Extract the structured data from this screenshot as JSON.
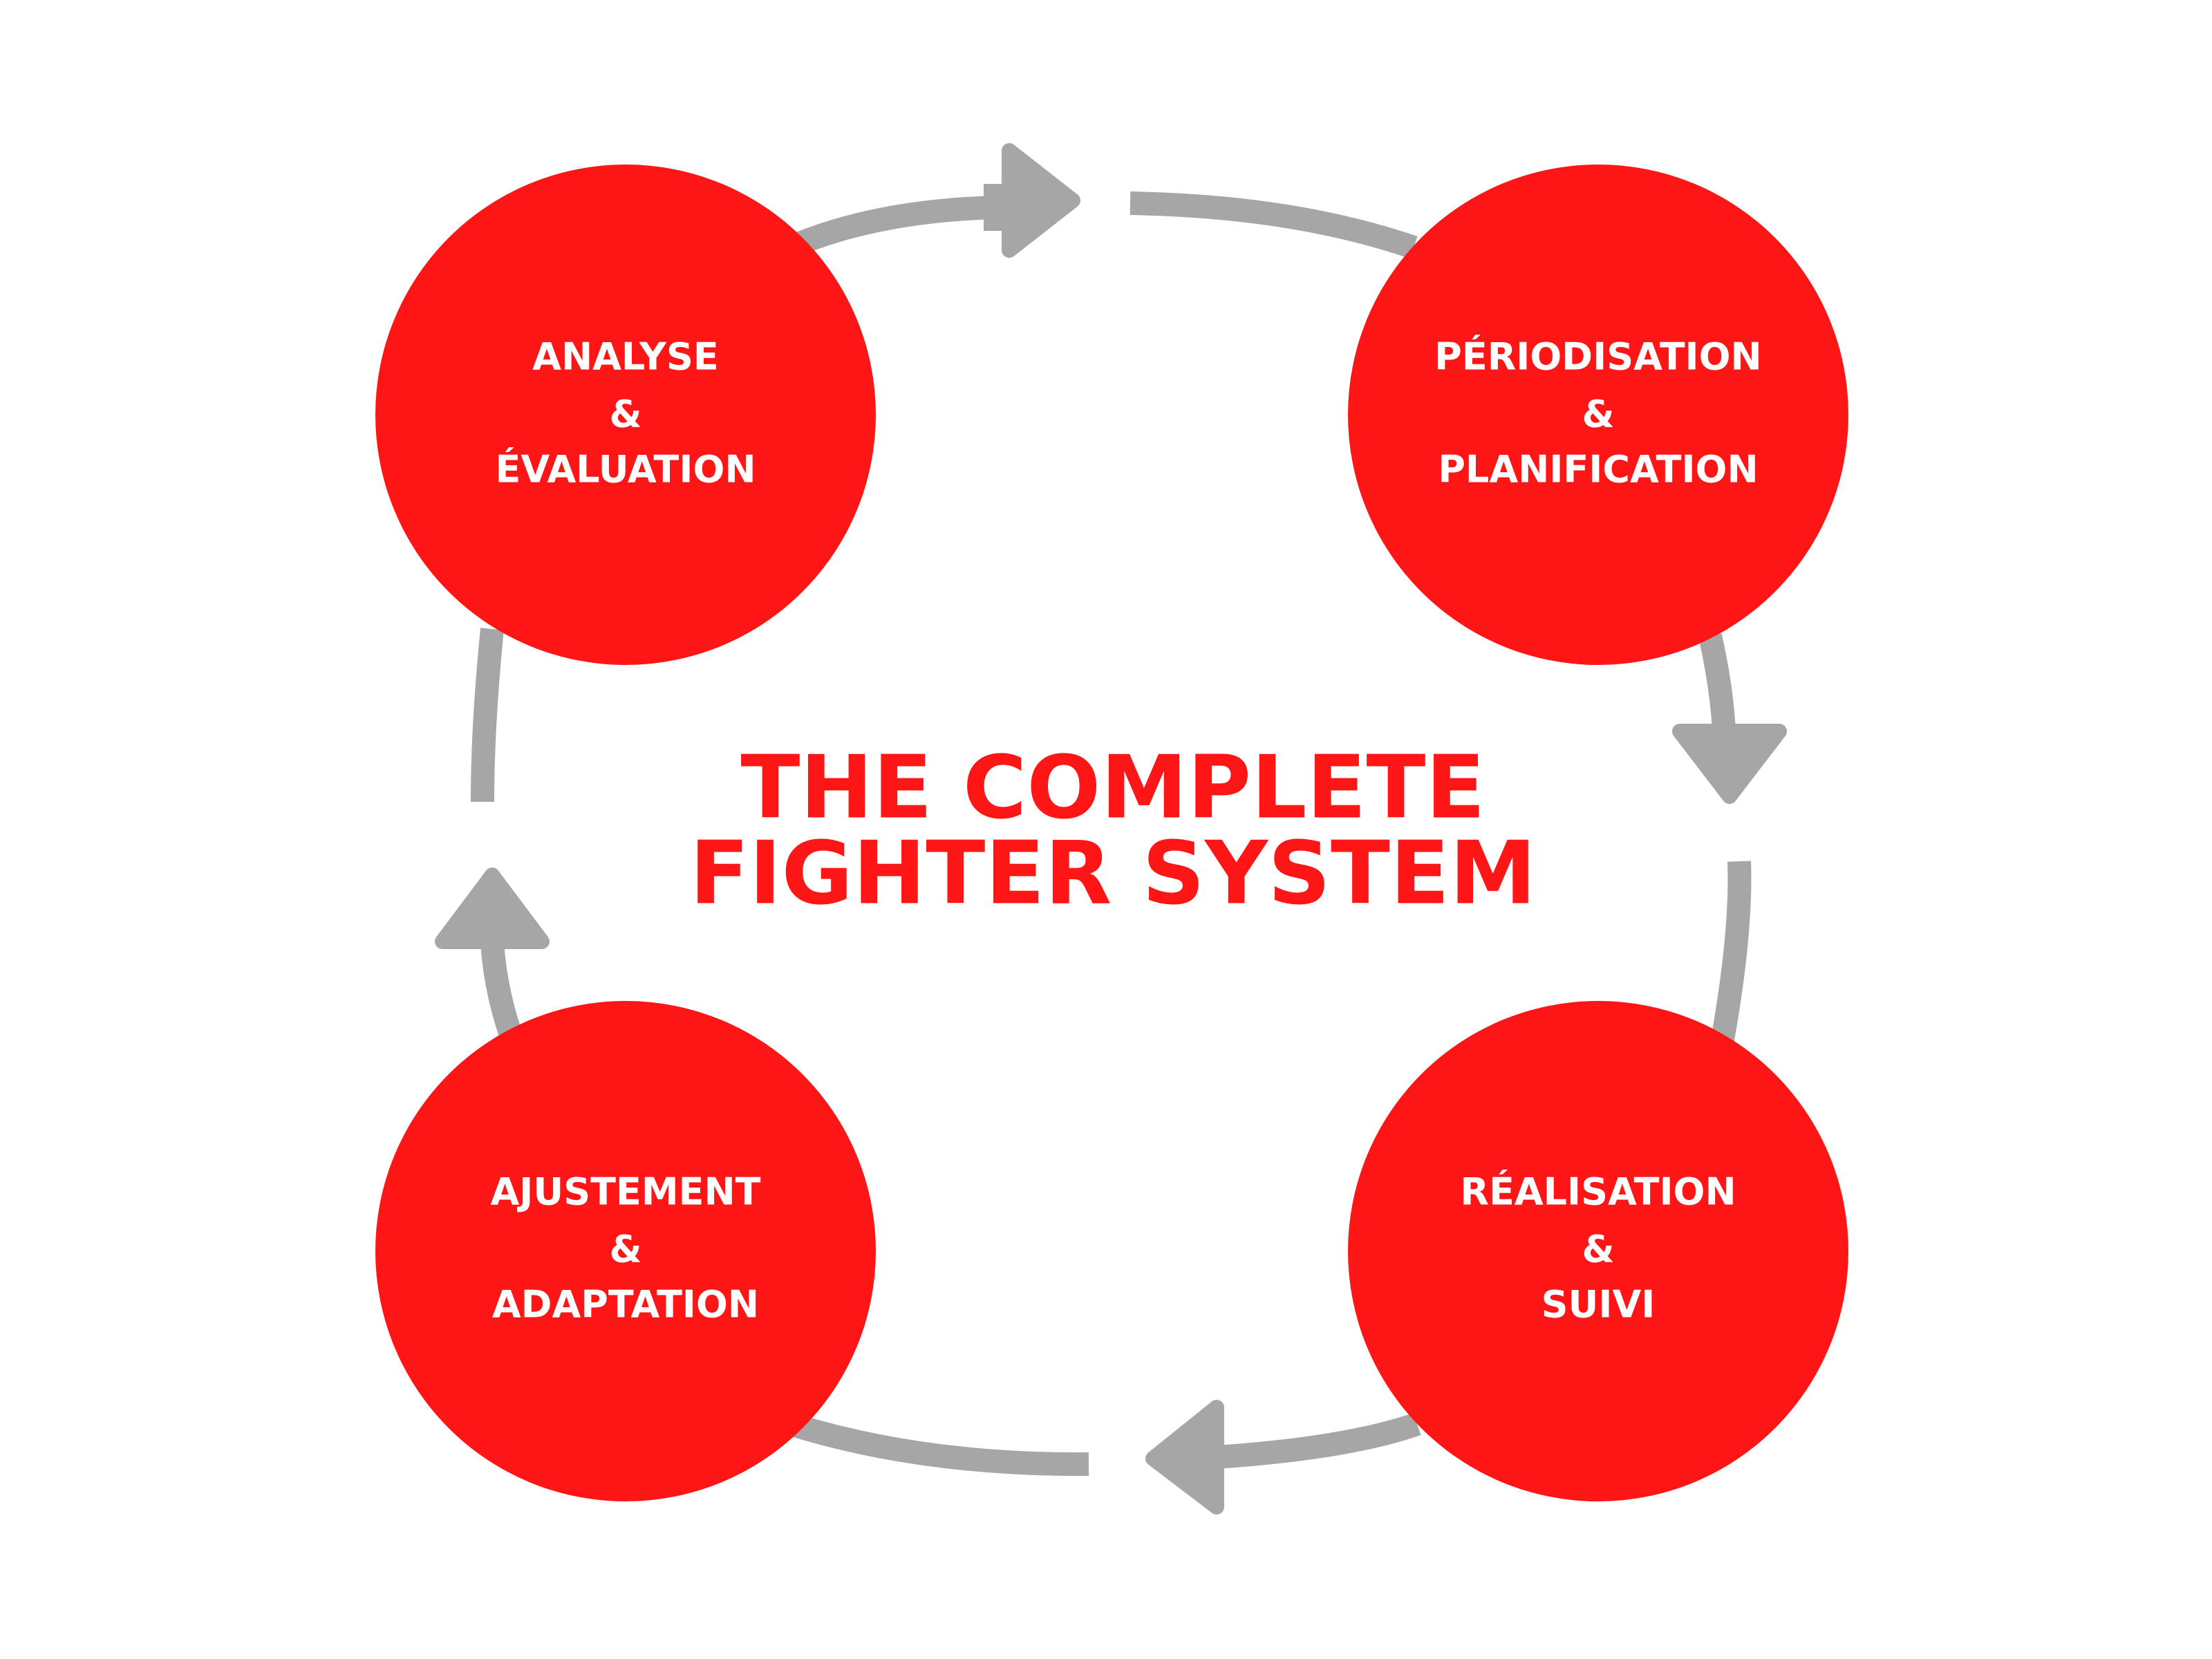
{
  "title": {
    "line1": "THE COMPLETE",
    "line2": "FIGHTER SYSTEM"
  },
  "nodes": [
    {
      "id": "analyse",
      "lines": [
        "ANALYSE",
        "&",
        "ÉVALUATION"
      ]
    },
    {
      "id": "periodisation",
      "lines": [
        "PÉRIODISATION",
        "&",
        "PLANIFICATION"
      ]
    },
    {
      "id": "realisation",
      "lines": [
        "RÉALISATION",
        "&",
        "SUIVI"
      ]
    },
    {
      "id": "ajustement",
      "lines": [
        "AJUSTEMENT",
        "&",
        "ADAPTATION"
      ]
    }
  ],
  "flow": [
    {
      "from": "analyse",
      "to": "periodisation",
      "direction": "right"
    },
    {
      "from": "periodisation",
      "to": "realisation",
      "direction": "down"
    },
    {
      "from": "realisation",
      "to": "ajustement",
      "direction": "left"
    },
    {
      "from": "ajustement",
      "to": "analyse",
      "direction": "up"
    }
  ],
  "colors": {
    "accent": "#fe1616",
    "arrow": "#a6a6a6",
    "node_text": "#ffffff",
    "background": "#ffffff"
  }
}
